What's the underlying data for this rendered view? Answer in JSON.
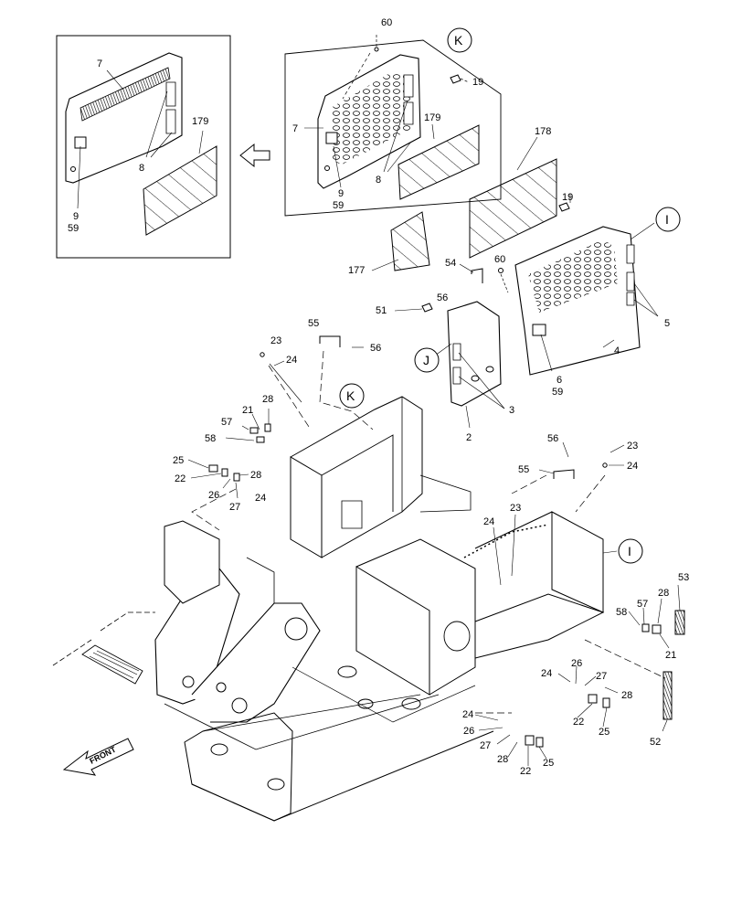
{
  "diagram": {
    "inset_labels": {
      "c7": "7",
      "c179": "179",
      "c8": "8",
      "c9": "9",
      "c59": "59"
    },
    "door_labels": {
      "c60": "60",
      "cK": "K",
      "c19": "19",
      "c7": "7",
      "c179": "179",
      "c8": "8",
      "c9": "9",
      "c59": "59"
    },
    "right_labels": {
      "c178": "178",
      "c19": "19",
      "cI": "I",
      "c177": "177",
      "c54": "54",
      "c60": "60",
      "c51": "51",
      "c56": "56",
      "c5": "5",
      "cJ": "J",
      "c3": "3",
      "c2": "2",
      "c4": "4",
      "c6": "6",
      "c59": "59"
    },
    "frame_labels": {
      "c55": "55",
      "c56": "56",
      "c23": "23",
      "c24": "24",
      "cK": "K",
      "c21": "21",
      "c28": "28",
      "c57": "57",
      "c58": "58",
      "c25": "25",
      "c22": "22",
      "c28b": "28",
      "c26": "26",
      "c27": "27",
      "c24b": "24",
      "c56b": "56",
      "c23b": "23",
      "c55b": "55",
      "c24c": "24",
      "c23c": "23",
      "c24d": "24",
      "cI": "I",
      "c53": "53",
      "c28c": "28",
      "c57b": "57",
      "c58b": "58",
      "c21b": "21",
      "c24e": "24",
      "c26b": "26",
      "c27b": "27",
      "c28d": "28",
      "c22b": "22",
      "c25b": "25",
      "c52": "52",
      "c24f": "24",
      "c26c": "26",
      "c27c": "27",
      "c28e": "28",
      "c22c": "22",
      "c25c": "25"
    },
    "front_arrow_label": "FRONT",
    "icons": [
      "view-direction-arrow-icon",
      "front-direction-arrow-icon"
    ]
  }
}
